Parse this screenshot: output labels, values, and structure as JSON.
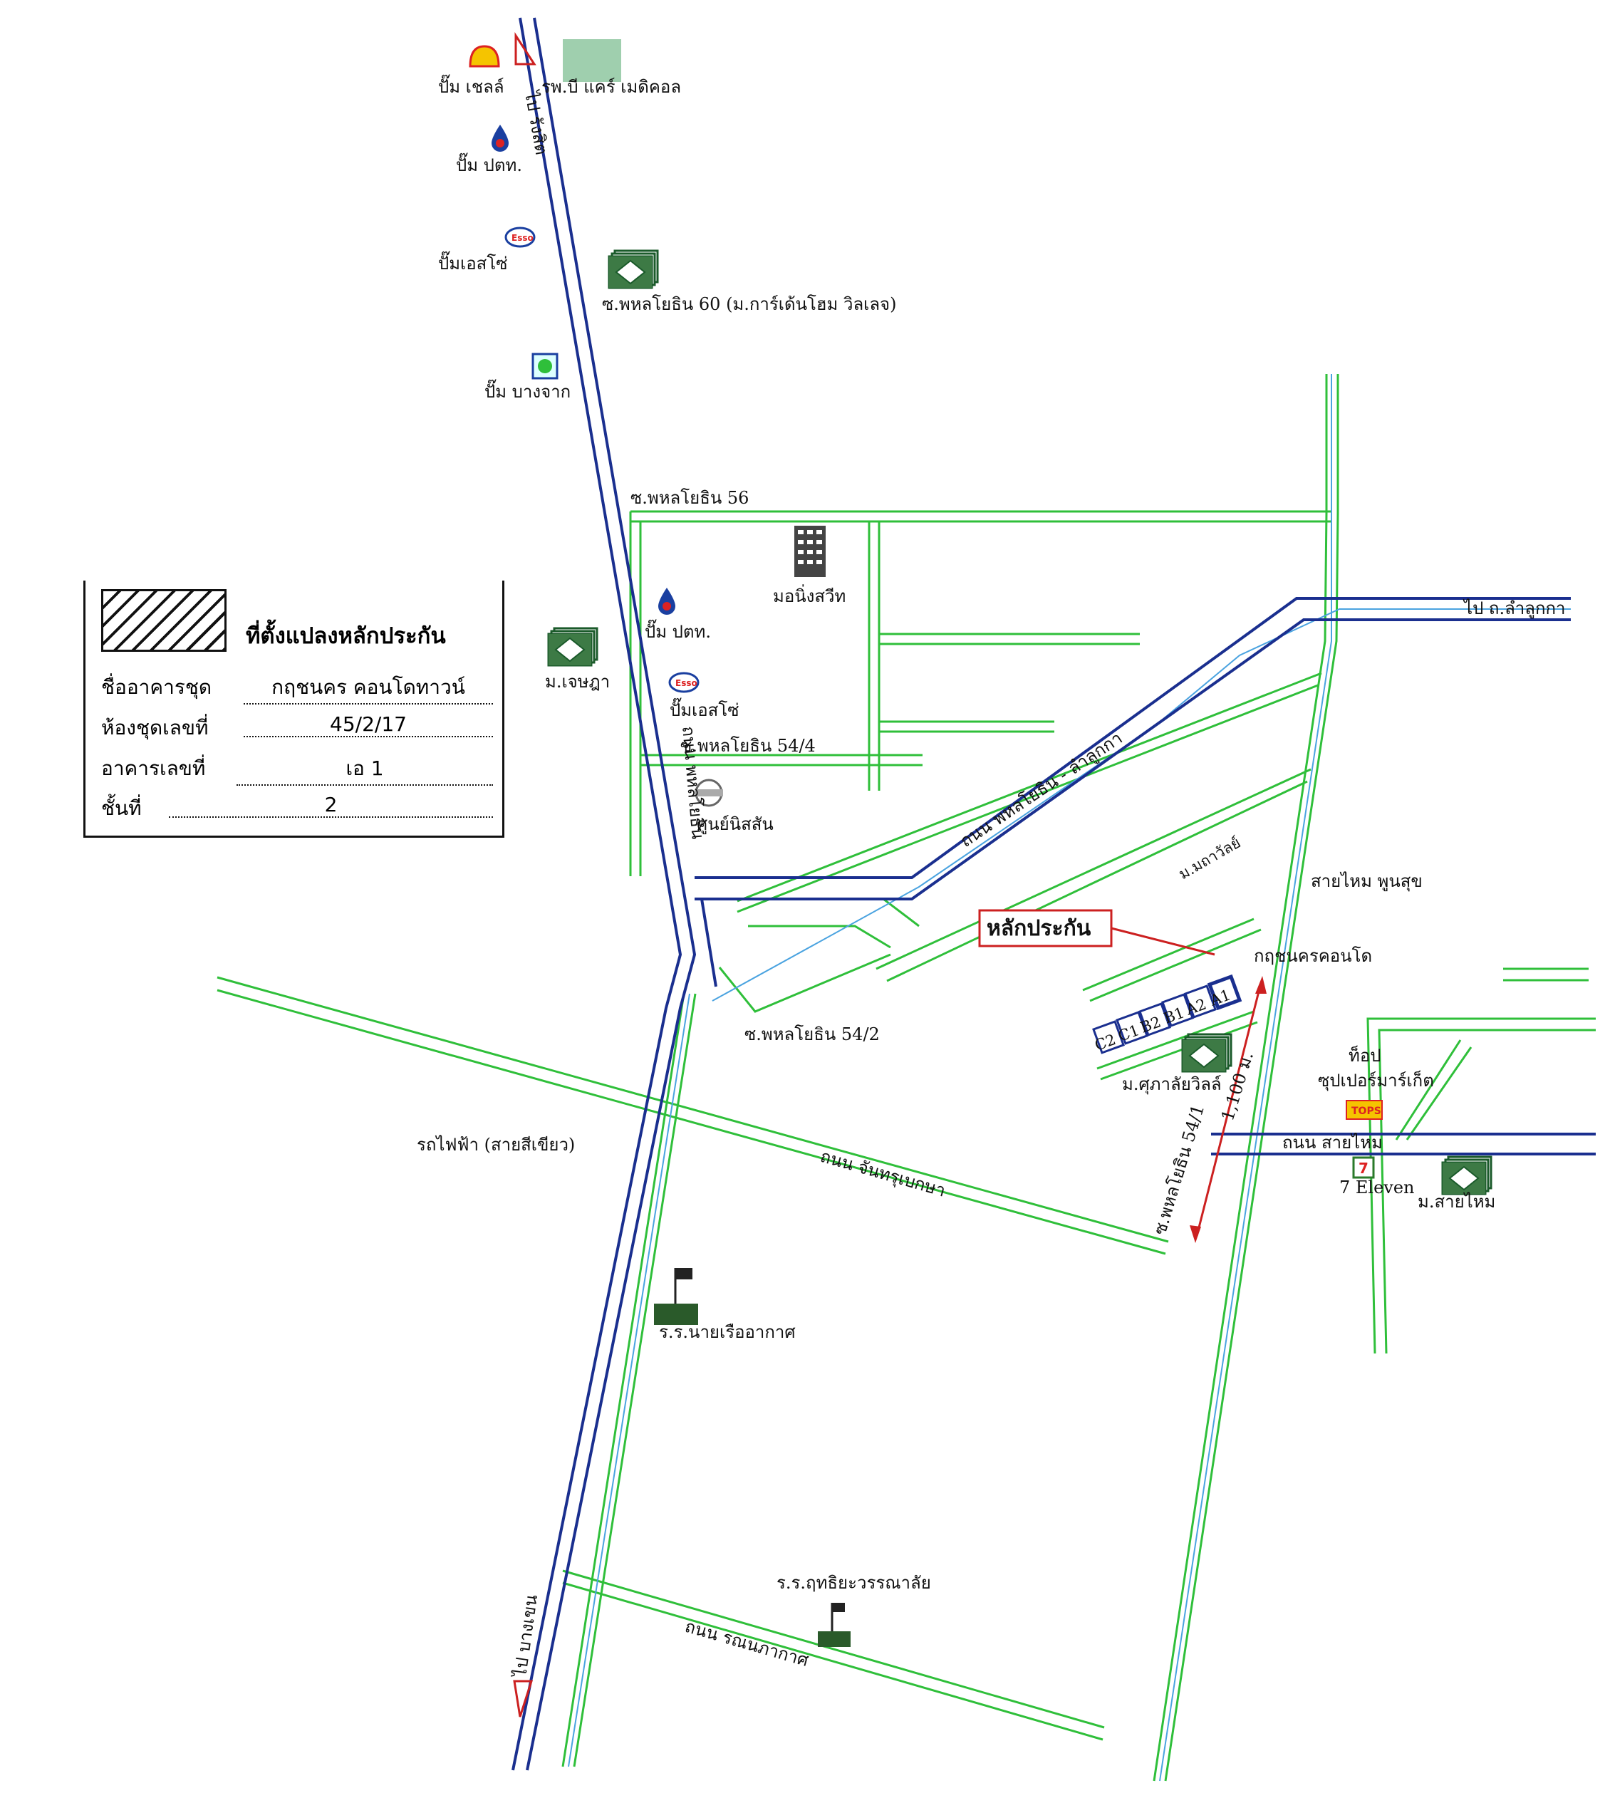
{
  "legend": {
    "title": "ที่ตั้งแปลงหลักประกัน",
    "rows": [
      {
        "label": "ชื่ออาคารชุด",
        "value": "กฤชนคร คอนโดทาวน์"
      },
      {
        "label": "ห้องชุดเลขที่",
        "value": "45/2/17"
      },
      {
        "label": "อาคารเลขที่",
        "value": "เอ 1"
      },
      {
        "label": "ชั้นที่",
        "value": "2"
      }
    ]
  },
  "roads": {
    "phahonyothin": "ถนน พหลโยธิน",
    "phahonyothin_lamlukka": "ถนน พหลโยธิน - ลำลูกกา",
    "chanthrubeksa": "ถนน จันทรุเบกษา",
    "sai_mai": "ถนน สายไหม",
    "ronnaphakat": "ถนน รณนภากาศ",
    "soi_56": "ซ.พหลโยธิน 56",
    "soi_60": "ซ.พหลโยธิน 60 (ม.การ์เด้นโฮม วิลเลจ)",
    "soi_54_4": "ซ.พหลโยธิน 54/4",
    "soi_54_2": "ซ.พหลโยธิน 54/2",
    "soi_54_1": "ซ.พหลโยธิน 54/1",
    "to_rangsit": "ไป รังสิต",
    "to_bangkhen": "ไป บางเขน",
    "to_lamlukka": "ไป ถ.ลำลูกกา",
    "skytrain": "รถไฟฟ้า (สายสีเขียว)",
    "distance": "1,100 ม."
  },
  "places": {
    "shell": "ปั๊ม เชลล์",
    "bcare": "รพ.บี แคร์ เมดิคอล",
    "ptt_1": "ปั๊ม ปตท.",
    "esso_1": "ปั๊มเอสโซ่",
    "bangchak": "ปั๊ม บางจาก",
    "morning_swith": "มอนิ่งสวีท",
    "ptt_2": "ปั๊ม ปตท.",
    "esso_2": "ปั๊มเอสโซ่",
    "jenjira": "ม.เจษฎา",
    "nissan": "ศูนย์นิสสัน",
    "mayawan": "ม.มถาวัลย์",
    "saimai_poonsuk": "สายไหม พูนสุข",
    "collateral": "หลักประกัน",
    "kritnakorn": "กฤชนครคอนโด",
    "sukalai": "ม.ศุภาลัยวิลล์",
    "tops_line1": "ท็อป",
    "tops_line2": "ซุปเปอร์มาร์เก็ต",
    "seven": "7 Eleven",
    "msaimai": "ม.สายไหม",
    "school_air": "ร.ร.นายเรืออากาศ",
    "school_rit": "ร.ร.ฤทธิยะวรรณาลัย"
  },
  "buildings": [
    "C2",
    "C1",
    "B2",
    "B1",
    "A2",
    "A1"
  ],
  "icons": {
    "shell": "shell-logo-icon",
    "ptt": "ptt-drop-icon",
    "esso": "esso-logo-icon",
    "bangchak": "bangchak-logo-icon",
    "tops": "tops-logo-icon",
    "seven": "seven-eleven-icon",
    "nissan": "nissan-logo-icon",
    "village": "village-houses-icon",
    "school": "school-flag-icon",
    "condo": "condo-tower-icon"
  },
  "colors": {
    "main_road": "#1a2f8f",
    "road_green": "#2fbf3a",
    "rail_blue": "#4aa3e0",
    "collateral_red": "#cc2020"
  }
}
